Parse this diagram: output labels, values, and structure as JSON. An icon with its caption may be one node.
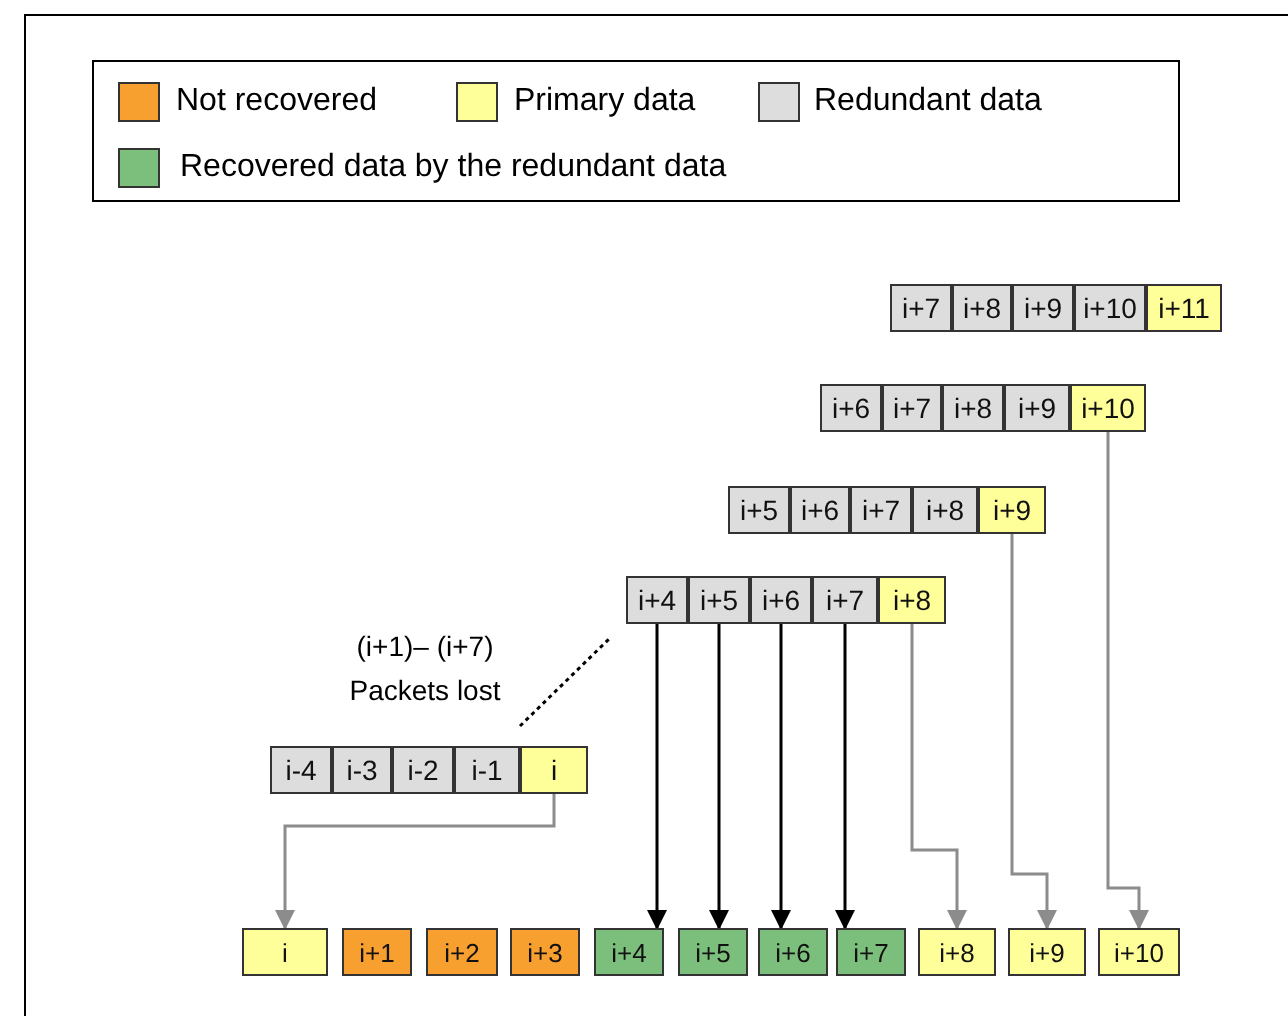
{
  "diagram": {
    "nodes": [
      {
        "text": [
          "i+7"
        ]
      },
      {
        "text": [
          "i+8"
        ]
      },
      {
        "text": [
          "i+9"
        ]
      },
      {
        "text": [
          "i+10"
        ]
      },
      {
        "text": [
          "i+11"
        ]
      },
      {
        "text": [
          "i+6"
        ]
      },
      {
        "text": [
          "i+7"
        ]
      },
      {
        "text": [
          "i+8"
        ]
      },
      {
        "text": [
          "i+9"
        ]
      },
      {
        "text": [
          "i+10"
        ]
      },
      {
        "text": [
          "i+5"
        ]
      },
      {
        "text": [
          "i+6"
        ]
      },
      {
        "text": [
          "i+7"
        ]
      },
      {
        "text": [
          "i+8"
        ]
      },
      {
        "text": [
          "i+9"
        ]
      },
      {
        "text": [
          "i+4"
        ]
      },
      {
        "text": [
          "i+5"
        ]
      },
      {
        "text": [
          "i+6"
        ]
      },
      {
        "text": [
          "i+7"
        ]
      },
      {
        "text": [
          "i+8"
        ]
      },
      {
        "text": [
          "i-4"
        ]
      },
      {
        "text": [
          "i-3"
        ]
      },
      {
        "text": [
          "i-2"
        ]
      },
      {
        "text": [
          "i-1"
        ]
      },
      {
        "text": [
          "i"
        ]
      },
      {
        "text": [
          "i"
        ]
      },
      {
        "text": [
          "i+1"
        ]
      },
      {
        "text": [
          "i+2"
        ]
      },
      {
        "text": [
          "i+3"
        ]
      },
      {
        "text": [
          "i+4"
        ]
      },
      {
        "text": [
          "i+5"
        ]
      },
      {
        "text": [
          "i+6"
        ]
      },
      {
        "text": [
          "i+7"
        ]
      },
      {
        "text": [
          "i+8"
        ]
      },
      {
        "text": [
          "i+9"
        ]
      },
      {
        "text": [
          "i+10"
        ]
      }
    ],
    "edges": [
      {
        "from": 24,
        "to": 25,
        "arrow": "to"
      },
      {
        "from": 15,
        "to": 29,
        "arrow": "to",
        "color": "#000000"
      },
      {
        "from": 16,
        "to": 30,
        "arrow": "to",
        "color": "#000000"
      },
      {
        "from": 17,
        "to": 31,
        "arrow": "to",
        "color": "#000000"
      },
      {
        "from": 18,
        "to": 32,
        "arrow": "to",
        "color": "#000000"
      },
      {
        "from": 19,
        "to": 33,
        "arrow": "to"
      },
      {
        "from": 14,
        "to": 34,
        "arrow": "to"
      },
      {
        "from": 9,
        "to": 35,
        "arrow": "to"
      }
    ],
    "labels": [
      "(i+1)– (i+7) Packets lost"
    ],
    "legend": [
      {
        "text": "Not recovered",
        "color": "#f7a030"
      },
      {
        "text": "Primary data",
        "color": "#ffff99"
      },
      {
        "text": "Redundant data",
        "color": "#dddddd"
      },
      {
        "text": "Recovered data by the redundant data",
        "color": "#7cbf7c"
      }
    ]
  }
}
